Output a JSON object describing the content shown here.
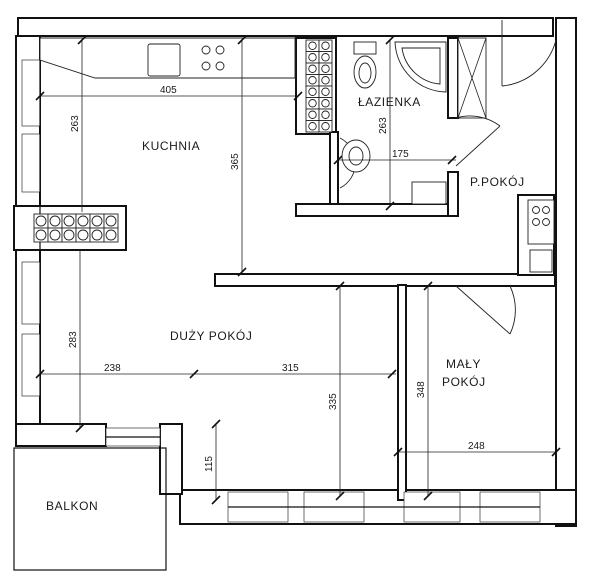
{
  "rooms": {
    "kitchen": "KUCHNIA",
    "bathroom": "ŁAZIENKA",
    "hall": "P.POKÓJ",
    "living_room": "DUŻY POKÓJ",
    "small_room_line1": "MAŁY",
    "small_room_line2": "POKÓJ",
    "balcony": "BALKON"
  },
  "dimensions": {
    "kitchen_width": "405",
    "kitchen_depth": "263",
    "kitchen_to_living": "365",
    "bathroom_depth": "263",
    "bathroom_width": "175",
    "living_depth_left": "283",
    "living_width_left": "238",
    "living_width_right": "315",
    "living_depth_right": "335",
    "window_sill": "115",
    "small_room_depth": "348",
    "small_room_width": "248"
  }
}
